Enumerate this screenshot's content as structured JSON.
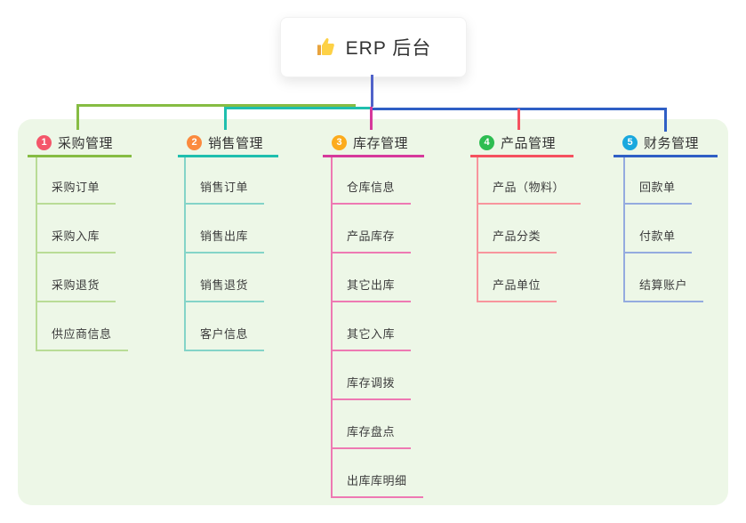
{
  "root": {
    "title": "ERP 后台",
    "icon": "thumbs-up-icon",
    "stub_color": "#5062c9"
  },
  "panel_color": "#edf7e7",
  "branches": [
    {
      "index": "1",
      "label": "采购管理",
      "badge_color": "#f4566a",
      "line_color": "#86bc43",
      "child_line_color": "#b9dc96",
      "children": [
        "采购订单",
        "采购入库",
        "采购退货",
        "供应商信息"
      ]
    },
    {
      "index": "2",
      "label": "销售管理",
      "badge_color": "#fb8a3e",
      "line_color": "#1fbfae",
      "child_line_color": "#84d4c8",
      "children": [
        "销售订单",
        "销售出库",
        "销售退货",
        "客户信息"
      ]
    },
    {
      "index": "3",
      "label": "库存管理",
      "badge_color": "#fcab1c",
      "line_color": "#d6399b",
      "child_line_color": "#ee79b3",
      "children": [
        "仓库信息",
        "产品库存",
        "其它出库",
        "其它入库",
        "库存调拨",
        "库存盘点",
        "出库库明细"
      ]
    },
    {
      "index": "4",
      "label": "产品管理",
      "badge_color": "#2dbd51",
      "line_color": "#f5515f",
      "child_line_color": "#f8959d",
      "children": [
        "产品（物料）",
        "产品分类",
        "产品单位"
      ]
    },
    {
      "index": "5",
      "label": "财务管理",
      "badge_color": "#19a8de",
      "line_color": "#2f5fc5",
      "child_line_color": "#94abdf",
      "children": [
        "回款单",
        "付款单",
        "结算账户"
      ]
    }
  ]
}
